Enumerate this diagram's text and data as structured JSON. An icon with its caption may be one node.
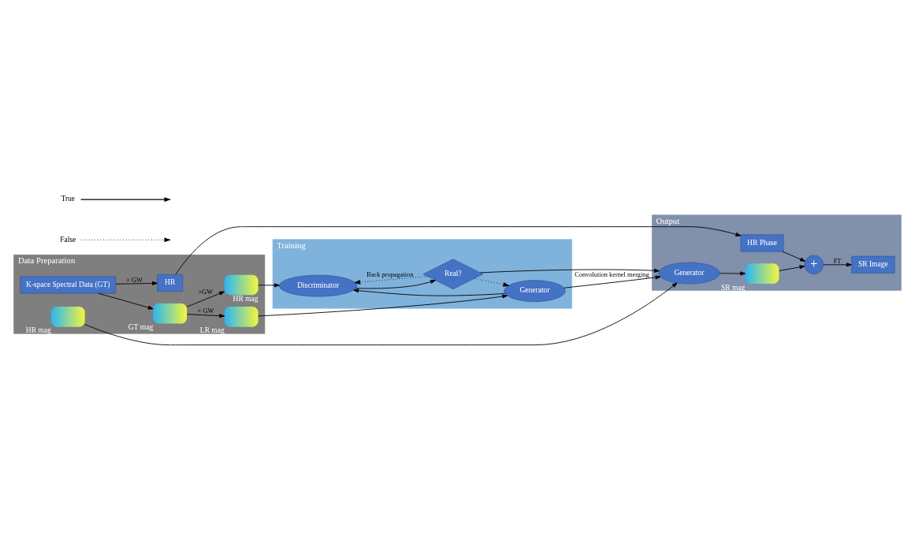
{
  "diagram": {
    "nodes": [
      {
        "text": [
          "Data Preparation"
        ]
      },
      {
        "text": [
          "Training"
        ]
      },
      {
        "text": [
          "Output"
        ]
      },
      {
        "text": [],
        "shape": "picture",
        "beside": [
          "GT mag"
        ],
        "in": 0
      },
      {
        "text": [],
        "shape": "picture",
        "beside": [
          "HR mag"
        ],
        "in": 0
      },
      {
        "text": [],
        "shape": "picture",
        "beside": [
          "LR mag"
        ],
        "in": 0
      },
      {
        "text": [
          "K-space Spectral Data (GT)"
        ],
        "in": 0
      },
      {
        "text": [],
        "shape": "picture",
        "beside": [
          "HR mag"
        ],
        "in": 0
      },
      {
        "text": [
          "HR"
        ],
        "in": 0
      },
      {
        "text": [
          "Discriminator"
        ],
        "in": 1
      },
      {
        "text": [
          "Real?"
        ],
        "in": 1
      },
      {
        "text": [
          "Generator"
        ],
        "in": 1
      },
      {
        "text": [
          "Generator"
        ],
        "in": 2
      },
      {
        "text": [],
        "shape": "picture",
        "beside": [
          "SR mag"
        ],
        "in": 2
      },
      {
        "text": [
          "+"
        ],
        "in": 2
      },
      {
        "text": [
          "SR Image"
        ],
        "in": 2
      },
      {
        "text": [
          "HR Phase"
        ],
        "in": 2
      }
    ],
    "edges": [
      {
        "from": 6,
        "to": 3,
        "arrow": "to"
      },
      {
        "from": 3,
        "to": 4,
        "arrow": "to",
        "label": "×GW"
      },
      {
        "from": 3,
        "to": 5,
        "arrow": "to",
        "label": "× GW"
      },
      {
        "from": 4,
        "to": 9,
        "arrow": "to"
      },
      {
        "from": 5,
        "to": 11,
        "arrow": "to"
      },
      {
        "from": 11,
        "to": 9,
        "arrow": "to"
      },
      {
        "from": 9,
        "to": 10,
        "arrow": "to"
      },
      {
        "from": 10,
        "to": 9,
        "arrow": "to",
        "style": "dashed",
        "label": "Back propagation"
      },
      {
        "from": 10,
        "to": 11,
        "arrow": "to",
        "style": "dashed"
      },
      {
        "from": 10,
        "to": 12,
        "arrow": "to"
      },
      {
        "from": 11,
        "to": 12,
        "arrow": "to",
        "label": "Convolution kernel merging"
      },
      {
        "from": 7,
        "to": 12,
        "arrow": "to"
      },
      {
        "from": 12,
        "to": 13,
        "arrow": "to"
      },
      {
        "from": 13,
        "to": 14,
        "arrow": "to"
      },
      {
        "from": 14,
        "to": 15,
        "arrow": "to",
        "label": "FT"
      },
      {
        "from": 6,
        "to": 8,
        "arrow": "to",
        "label": "× GW"
      },
      {
        "from": 8,
        "to": 16,
        "arrow": "to"
      },
      {
        "from": 16,
        "to": 14,
        "arrow": "to"
      }
    ],
    "legend": [
      {
        "text": "True"
      },
      {
        "text": "False"
      }
    ]
  }
}
